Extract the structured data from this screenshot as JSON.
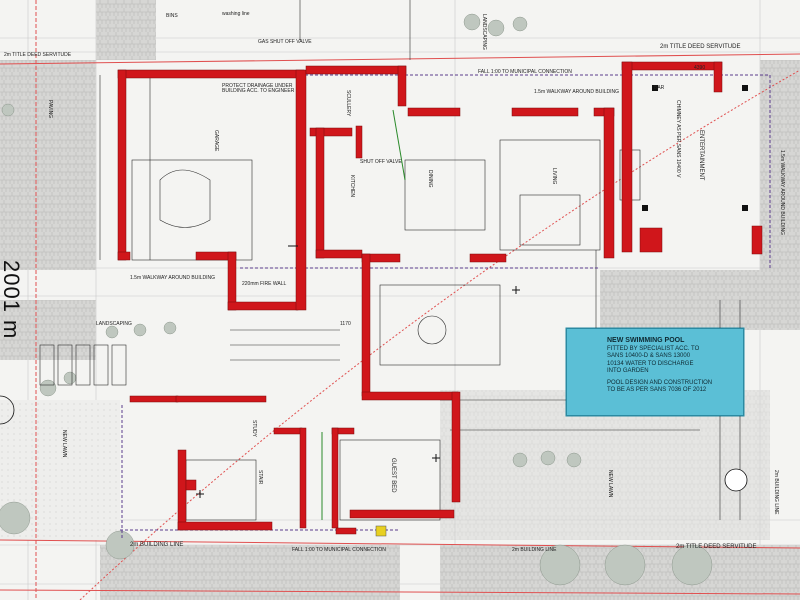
{
  "labels": {
    "bins": "BINS",
    "washing_line": "washing line",
    "gas_shutoff": "GAS SHUT OFF VALVE",
    "title_servitude_top_left": "2m TITLE DEED SERVITUDE",
    "title_servitude_top_right": "2m TITLE DEED SERVITUDE",
    "title_servitude_bottom": "2m TITLE DEED SERVITUDE",
    "building_line_bottom_left": "2m BUILDING LINE",
    "building_line_bottom_right": "2m BUILDING LINE",
    "garage": "GARAGE",
    "garage_note": "PROTECT DRAINAGE UNDER BUILDING ACC. TO ENGINEER",
    "scullery": "SCULLERY",
    "shut_off_valve": "SHUT OFF VALVE",
    "kitchen": "KITCHEN",
    "dining": "DINING",
    "living": "LIVING",
    "entertainment": "ENTERTAINMENT",
    "chimney": "CHIMNEY AS PER SANS 10400 V",
    "fire_wall": "220mm FIRE WALL",
    "new_swimming_pool": "NEW SWIMMING POOL",
    "pool_line1": "FITTED BY SPECIALIST ACC. TO",
    "pool_line2": "SANS 10400-D & SANS 13000",
    "pool_line3": "10134 WATER TO DISCHARGE",
    "pool_line4": "INTO GARDEN",
    "pool_line5": "POOL DESIGN AND CONSTRUCTION",
    "pool_line6": "TO BE AS PER SANS 7036 OF 2012",
    "guest_bed": "GUEST BED",
    "study": "STUDY",
    "stair": "STAIR",
    "big_dimension": "2001 m",
    "bar": "BAR",
    "fall_note_top": "FALL 1:00 TO MUNICIPAL CONNECTION",
    "fall_note_bottom": "FALL 1:00 TO MUNICIPAL CONNECTION",
    "walkway_top": "1.5m WALKWAY AROUND BUILDING",
    "walkway_right": "1.5m WALKWAY AROUND BUILDING",
    "walkway_left": "1.5m WALKWAY AROUND BUILDING",
    "building_line_right": "2m BUILDING LINE",
    "new_lawn_right": "NEW LAWN",
    "new_lawn_left": "NEW LAWN",
    "landscaping_top": "LANDSCAPING",
    "landscaping_left": "LANDSCAPING",
    "paving": "PAVING",
    "dim_1170": "1170",
    "dim_4390": "4390"
  },
  "colors": {
    "wall": "#d0161b",
    "wall_edge": "#7a0a0d",
    "line": "#2a2a2a",
    "grid": "#c8c8c8",
    "pool": "#5bbfd6",
    "paving": "#cfcfcf",
    "tree": "#bfc7bf",
    "red_dash": "#e05050",
    "purple": "#5a3b8c",
    "green": "#2a8a2a",
    "blue": "#1a3ad0"
  }
}
